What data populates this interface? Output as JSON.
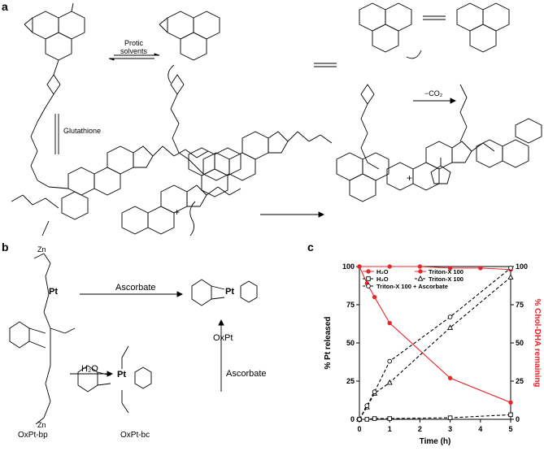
{
  "panels": {
    "a": {
      "letter": "a"
    },
    "b": {
      "letter": "b"
    },
    "c": {
      "letter": "c"
    }
  },
  "panel_a": {
    "arrow_protic": "Protic\nsolvents",
    "arrow_glutathione": "Glutathione",
    "arrow_co2": "−CO₂",
    "plus": "+"
  },
  "panel_b": {
    "ascorbate_top": "Ascorbate",
    "water": "H₂O",
    "ascorbate_side": "Ascorbate",
    "names": {
      "oxpt": "OxPt",
      "oxpt_bp": "OxPt-bp",
      "oxpt_bc": "OxPt-bc"
    }
  },
  "chart_data": {
    "type": "line",
    "xlabel": "Time (h)",
    "ylabel_left": "% Pt released",
    "ylabel_right": "% Chol-DHA remaining",
    "xlim": [
      0,
      5
    ],
    "ylim": [
      0,
      100
    ],
    "x_ticks": [
      0,
      1,
      2,
      3,
      4,
      5
    ],
    "y_ticks": [
      0,
      25,
      50,
      75,
      100
    ],
    "legend": [
      "H₂O",
      "Triton-X 100",
      "H₂O",
      "Triton-X 100",
      "Triton-X 100 + Ascorbate"
    ],
    "series": [
      {
        "name": "H₂O",
        "axis": "right",
        "style": "solid",
        "marker": "filled-circle",
        "color": "#e8262a",
        "x": [
          0,
          1,
          2,
          3,
          4,
          5
        ],
        "values": [
          100,
          100,
          100,
          99,
          99,
          98
        ]
      },
      {
        "name": "Triton-X 100",
        "axis": "right",
        "style": "solid",
        "marker": "filled-circle",
        "color": "#e8262a",
        "x": [
          0,
          0.25,
          0.5,
          1,
          3,
          5
        ],
        "values": [
          100,
          89,
          80,
          63,
          27,
          11
        ]
      },
      {
        "name": "H₂O",
        "axis": "left",
        "style": "dashed",
        "marker": "open-square",
        "color": "#000000",
        "x": [
          0,
          0.25,
          0.5,
          1,
          3,
          5
        ],
        "values": [
          0,
          0,
          0.5,
          0.5,
          1,
          3
        ]
      },
      {
        "name": "Triton-X 100",
        "axis": "left",
        "style": "dashed",
        "marker": "open-triangle",
        "color": "#000000",
        "x": [
          0,
          0.25,
          0.5,
          1,
          3,
          5
        ],
        "values": [
          0,
          8,
          17,
          24,
          60,
          93
        ]
      },
      {
        "name": "Triton-X 100 + Ascorbate",
        "axis": "left",
        "style": "dashed",
        "marker": "open-circle",
        "color": "#000000",
        "x": [
          0,
          0.25,
          0.5,
          1,
          3,
          5
        ],
        "values": [
          0,
          9,
          18,
          38,
          67,
          99
        ]
      }
    ]
  },
  "colors": {
    "accent": "#e8262a",
    "ink": "#000000"
  }
}
